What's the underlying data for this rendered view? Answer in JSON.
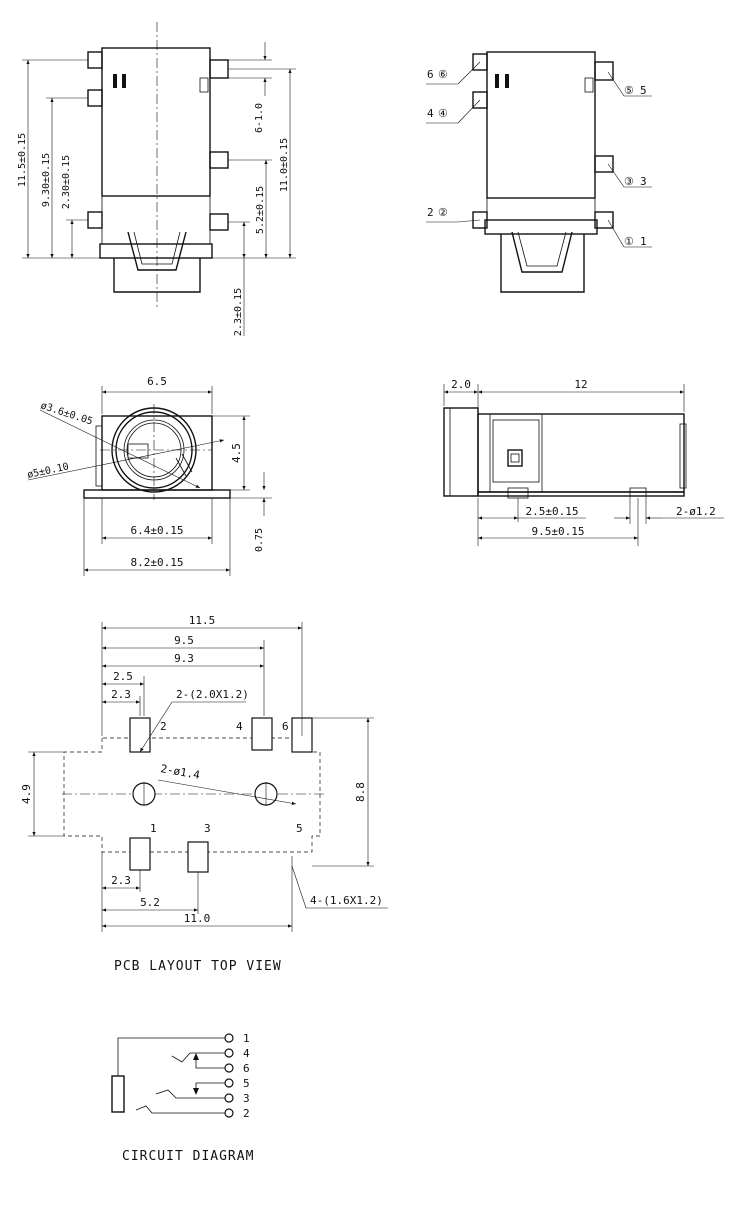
{
  "side_view": {
    "dim_total_height": "11.5±0.15",
    "dim_pin6": "9.30±0.15",
    "dim_pin4": "2.30±0.15",
    "dim_pin56": "6-1.0",
    "dim_pin5": "11.0±0.15",
    "dim_pin3": "5.2±0.15",
    "dim_pin1": "2.3±0.15"
  },
  "pin_view": {
    "labels": [
      {
        "circled": "⑥",
        "num": "6"
      },
      {
        "circled": "④",
        "num": "4"
      },
      {
        "circled": "②",
        "num": "2"
      },
      {
        "circled": "⑤",
        "num": "5"
      },
      {
        "circled": "③",
        "num": "3"
      },
      {
        "circled": "①",
        "num": "1"
      }
    ]
  },
  "front_view": {
    "dim_width": "6.5",
    "dim_inner_dia": "ø3.6±0.05",
    "dim_outer_dia": "ø5±0.10",
    "dim_height": "4.5",
    "dim_body_width": "6.4±0.15",
    "dim_tab": "0.75",
    "dim_total_width": "8.2±0.15"
  },
  "top_view": {
    "dim_nose": "2.0",
    "dim_length": "12",
    "dim_post_pitch": "2.5±0.15",
    "dim_post_span": "9.5±0.15",
    "dim_post_dia": "2-ø1.2"
  },
  "pcb_layout": {
    "dim_total": "11.5",
    "dim_95": "9.5",
    "dim_93": "9.3",
    "dim_25": "2.5",
    "dim_23": "2.3",
    "pad_note_large": "2-(2.0X1.2)",
    "hole_note": "2-ø1.4",
    "dim_49": "4.9",
    "dim_88": "8.8",
    "dim_23b": "2.3",
    "dim_52": "5.2",
    "dim_110": "11.0",
    "pad_note_small": "4-(1.6X1.2)",
    "pad_numbers": [
      "2",
      "4",
      "6",
      "1",
      "3",
      "5"
    ],
    "caption": "PCB LAYOUT TOP VIEW"
  },
  "circuit": {
    "pins": [
      "1",
      "4",
      "6",
      "5",
      "3",
      "2"
    ],
    "caption": "CIRCUIT DIAGRAM"
  }
}
